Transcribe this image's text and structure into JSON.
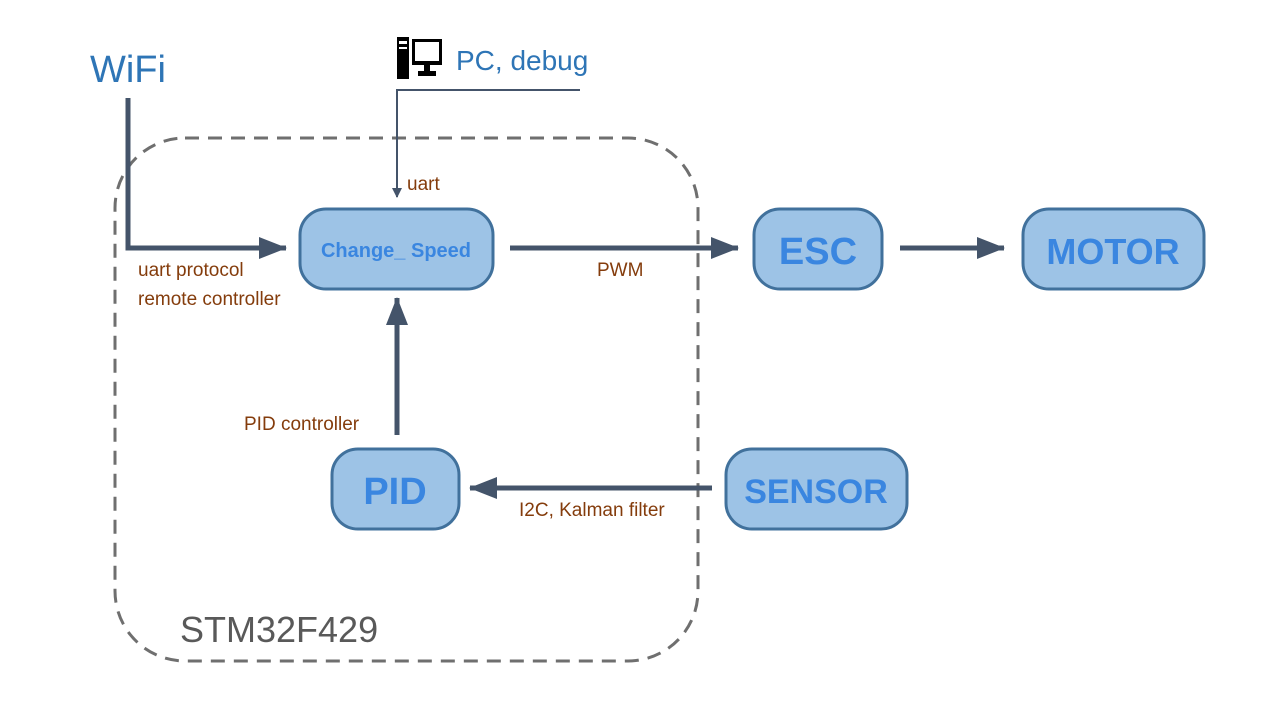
{
  "colors": {
    "node_fill": "#9dc3e6",
    "node_stroke": "#41719c",
    "node_text": "#3a86e0",
    "arrow": "#44546a",
    "edge_label": "#843c0c",
    "ext_label": "#2e75b6",
    "boundary": "#6f6f6f",
    "boundary_label": "#595959"
  },
  "external": {
    "wifi": "WiFi",
    "pc": "PC, debug",
    "pc_icon": "desktop-computer-icon"
  },
  "boundary": {
    "label": "STM32F429"
  },
  "nodes": {
    "change_speed": "Change_ Speed",
    "esc": "ESC",
    "motor": "MOTOR",
    "pid": "PID",
    "sensor": "SENSOR"
  },
  "edges": {
    "uart": "uart",
    "uart_protocol": "uart protocol",
    "remote_controller": "remote controller",
    "pwm": "PWM",
    "pid_controller": "PID controller",
    "i2c_kalman": "I2C, Kalman filter"
  }
}
